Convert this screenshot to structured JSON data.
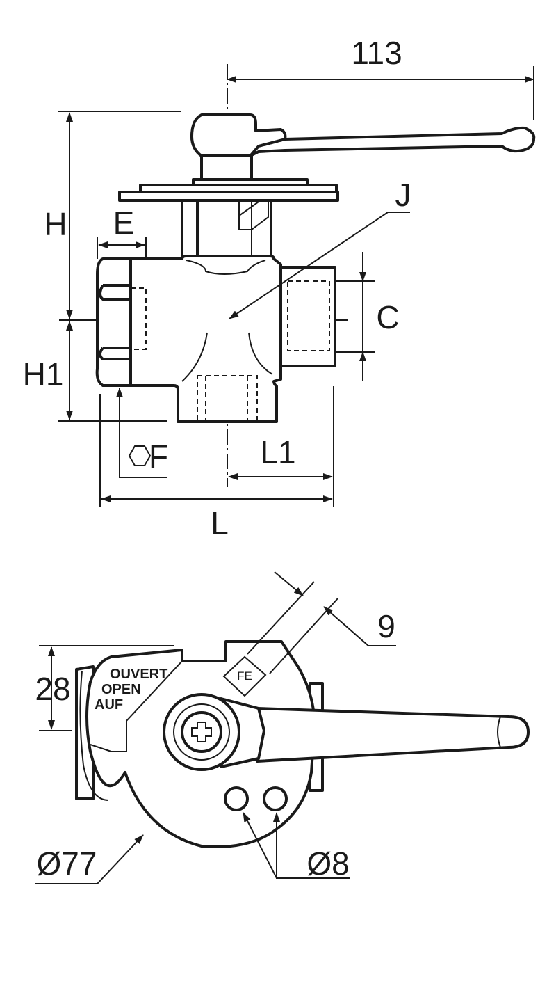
{
  "side_view": {
    "dim_113": "113",
    "dim_H": "H",
    "dim_H1": "H1",
    "dim_E": "E",
    "dim_J": "J",
    "dim_C": "C",
    "dim_F": "F",
    "dim_L1": "L1",
    "dim_L": "L"
  },
  "top_view": {
    "label_ouvert": "OUVERT",
    "label_open": "OPEN",
    "label_auf": "AUF",
    "label_fe": "FE",
    "dim_9": "9",
    "dim_28": "28",
    "dim_d77": "Ø77",
    "dim_d8": "Ø8"
  },
  "icons": {
    "hex": "hexagon-icon",
    "screw": "cross-screw-icon"
  },
  "colors": {
    "line": "#1a1a1a",
    "background": "#ffffff"
  }
}
